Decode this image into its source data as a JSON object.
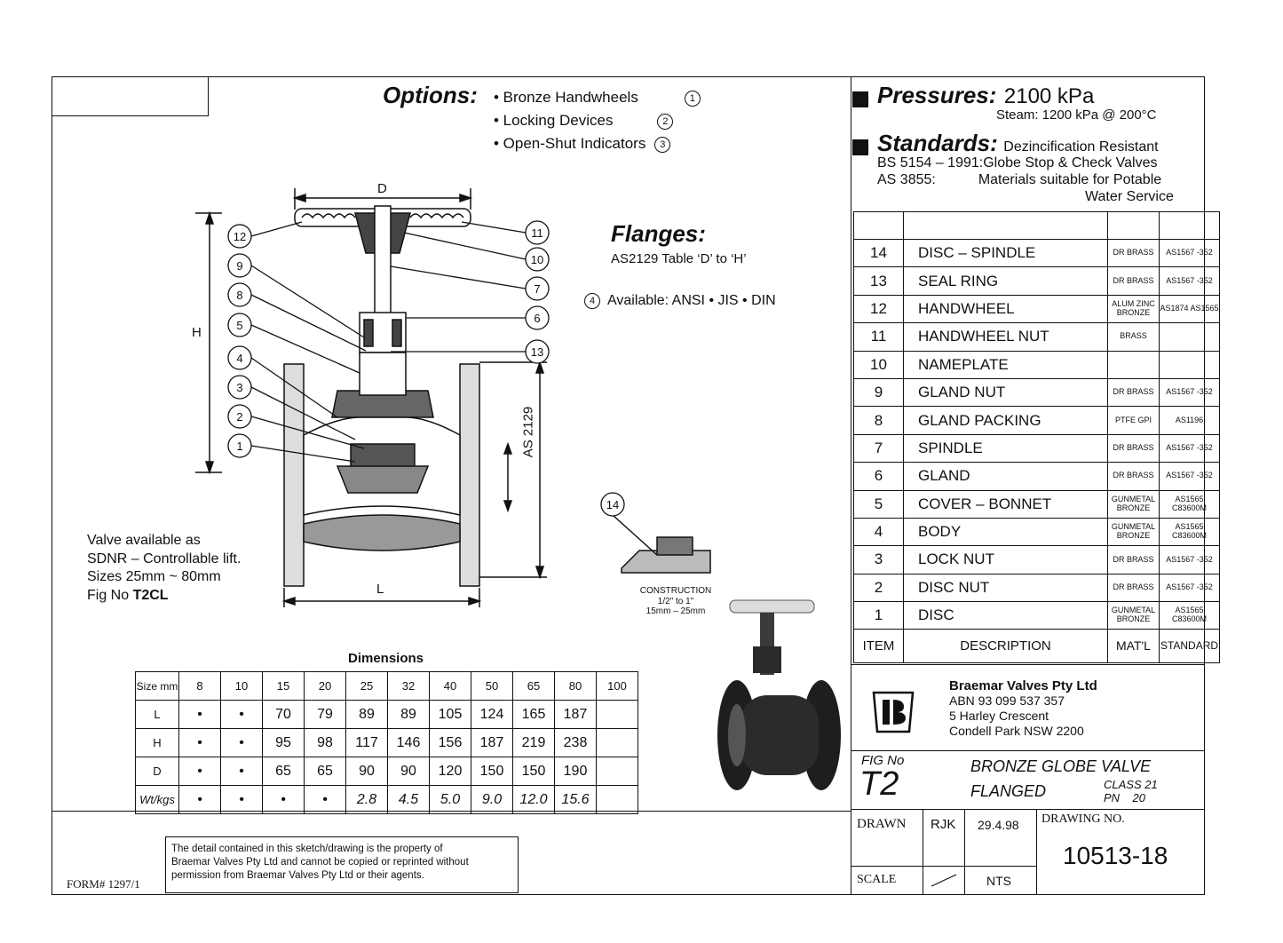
{
  "options": {
    "heading": "Options:",
    "items": [
      {
        "label": "• Bronze Handwheels",
        "num": "1"
      },
      {
        "label": "• Locking Devices",
        "num": "2"
      },
      {
        "label": "• Open-Shut Indicators",
        "num": "3"
      }
    ]
  },
  "pressures": {
    "heading": "Pressures:",
    "value": "2100 kPa",
    "steam": "Steam: 1200 kPa @ 200°C"
  },
  "standards": {
    "heading": "Standards:",
    "dezinc": "Dezincification Resistant",
    "bs_code": "BS 5154 – 1991:",
    "bs_text": "Globe Stop & Check Valves",
    "as_code": "AS 3855:",
    "as_text": "Materials suitable for Potable",
    "as_text2": "Water Service"
  },
  "flanges": {
    "heading": "Flanges:",
    "table": "AS2129 Table ‘D’ to ‘H’",
    "avail_num": "4",
    "available": "Available: ANSI • JIS • DIN"
  },
  "drawing": {
    "dim_D": "D",
    "dim_H": "H",
    "dim_L": "L",
    "as2129": "AS 2129",
    "callouts": [
      "1",
      "2",
      "3",
      "4",
      "5",
      "6",
      "7",
      "8",
      "9",
      "10",
      "11",
      "12",
      "13"
    ],
    "construction_num": "14",
    "construction_label": "CONSTRUCTION",
    "construction_imp": "1/2\" to 1\"",
    "construction_mm": "15mm – 25mm"
  },
  "valve_note": {
    "line1": "Valve available as",
    "line2": "SDNR – Controllable lift.",
    "line3": "Sizes 25mm ~ 80mm",
    "line4_prefix": "Fig No ",
    "line4_bold": "T2CL"
  },
  "parts": {
    "rows": [
      {
        "no": "14",
        "desc": "DISC – SPINDLE",
        "mat": "DR BRASS",
        "std": "AS1567 -352"
      },
      {
        "no": "13",
        "desc": "SEAL RING",
        "mat": "DR BRASS",
        "std": "AS1567 -352"
      },
      {
        "no": "12",
        "desc": "HANDWHEEL",
        "mat": "ALUM ZINC BRONZE",
        "std": "AS1874 AS1565"
      },
      {
        "no": "11",
        "desc": "HANDWHEEL NUT",
        "mat": "BRASS",
        "std": ""
      },
      {
        "no": "10",
        "desc": "NAMEPLATE",
        "mat": "",
        "std": ""
      },
      {
        "no": "9",
        "desc": "GLAND NUT",
        "mat": "DR BRASS",
        "std": "AS1567 -352"
      },
      {
        "no": "8",
        "desc": "GLAND PACKING",
        "mat": "PTFE GPI",
        "std": "AS1196"
      },
      {
        "no": "7",
        "desc": "SPINDLE",
        "mat": "DR BRASS",
        "std": "AS1567 -352"
      },
      {
        "no": "6",
        "desc": "GLAND",
        "mat": "DR BRASS",
        "std": "AS1567 -352"
      },
      {
        "no": "5",
        "desc": "COVER – BONNET",
        "mat": "GUNMETAL BRONZE",
        "std": "AS1565 C83600M"
      },
      {
        "no": "4",
        "desc": "BODY",
        "mat": "GUNMETAL BRONZE",
        "std": "AS1565 C83600M"
      },
      {
        "no": "3",
        "desc": "LOCK NUT",
        "mat": "DR BRASS",
        "std": "AS1567 -352"
      },
      {
        "no": "2",
        "desc": "DISC NUT",
        "mat": "DR BRASS",
        "std": "AS1567 -352"
      },
      {
        "no": "1",
        "desc": "DISC",
        "mat": "GUNMETAL BRONZE",
        "std": "AS1565 C83600M"
      }
    ],
    "header": {
      "item": "ITEM",
      "desc": "DESCRIPTION",
      "mat": "MAT'L",
      "std": "STANDARD"
    }
  },
  "company": {
    "name": "Braemar Valves Pty Ltd",
    "abn": "ABN 93 099 537 357",
    "address1": "5 Harley Crescent",
    "address2": "Condell Park  NSW  2200"
  },
  "title_block": {
    "fig_label": "FIG No",
    "fig_no": "T2",
    "title1": "BRONZE GLOBE VALVE",
    "title2": "FLANGED",
    "class": "CLASS 21",
    "pn": "PN    20",
    "drawn_label": "DRAWN",
    "drawn_by": "RJK",
    "date": "29.4.98",
    "drawing_no_label": "DRAWING NO.",
    "drawing_no": "10513-18",
    "scale_label": "SCALE",
    "scale_value": "NTS"
  },
  "dimensions": {
    "title": "Dimensions",
    "header": [
      "Size mm",
      "8",
      "10",
      "15",
      "20",
      "25",
      "32",
      "40",
      "50",
      "65",
      "80",
      "100"
    ],
    "rows": [
      [
        "L",
        "•",
        "•",
        "70",
        "79",
        "89",
        "89",
        "105",
        "124",
        "165",
        "187",
        ""
      ],
      [
        "H",
        "•",
        "•",
        "95",
        "98",
        "117",
        "146",
        "156",
        "187",
        "219",
        "238",
        ""
      ],
      [
        "D",
        "•",
        "•",
        "65",
        "65",
        "90",
        "90",
        "120",
        "150",
        "150",
        "190",
        ""
      ],
      [
        "Wt/kgs",
        "•",
        "•",
        "•",
        "•",
        "2.8",
        "4.5",
        "5.0",
        "9.0",
        "12.0",
        "15.6",
        ""
      ]
    ]
  },
  "footer": {
    "form_no": "FORM# 1297/1",
    "disclaimer1": "The detail contained in this sketch/drawing is the property of",
    "disclaimer2": "Braemar Valves Pty Ltd and cannot be copied or reprinted without",
    "disclaimer3": "permission from Braemar Valves Pty Ltd or their agents."
  }
}
